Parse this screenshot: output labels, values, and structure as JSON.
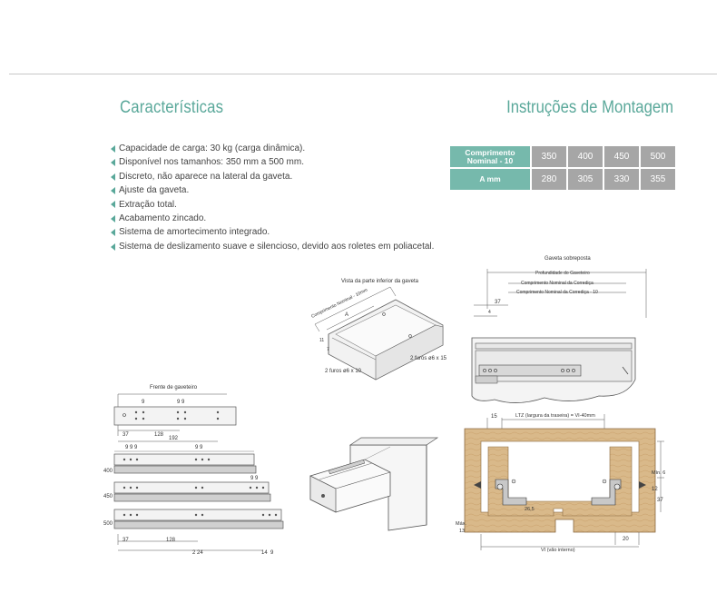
{
  "headings": {
    "features": "Características",
    "assembly": "Instruções de Montagem"
  },
  "features": [
    "Capacidade de carga: 30 kg (carga dinâmica).",
    "Disponível nos tamanhos: 350 mm a 500 mm.",
    "Discreto, não aparece na lateral da gaveta.",
    "Ajuste da gaveta.",
    "Extração total.",
    "Acabamento zincado.",
    "Sistema de amortecimento integrado.",
    "Sistema de deslizamento suave e silencioso, devido aos roletes em poliacetal."
  ],
  "spec_table": {
    "rows": [
      {
        "header_line1": "Comprimento",
        "header_line2": "Nominal - 10",
        "values": [
          "350",
          "400",
          "450",
          "500"
        ]
      },
      {
        "header_line1": "A mm",
        "header_line2": "",
        "values": [
          "280",
          "305",
          "330",
          "355"
        ]
      }
    ]
  },
  "drawings": {
    "bottom_view": {
      "title": "Vista da parte inferior da gaveta",
      "nominal": "Comprimento Nominal - 10mm",
      "a": "A",
      "holes_right": "2 furos ø6 x 15",
      "holes_left": "2 furos ø6 x 10",
      "dim_11": "11",
      "dim_7": "7"
    },
    "front_panel": {
      "title": "Frente de gaveteiro",
      "d9a": "9",
      "d99a": "9 9",
      "d37": "37",
      "d128": "128",
      "d192": "192"
    },
    "rails": {
      "d999": "9 9 9",
      "d99b": "9 9",
      "d999b": "9 9",
      "l400": "400",
      "l450": "450",
      "l500": "500",
      "d37": "37",
      "d128": "128",
      "d224": "2 24",
      "d14": "14",
      "d9": "9"
    },
    "side_view": {
      "title": "Gaveta sobreposta",
      "depth": "Profundidade do Gaveteiro",
      "rail_len": "Comprimento Nominal da Corrediça",
      "rail_len10": "Comprimento Nominal da Corrediça - 10",
      "d37": "37",
      "d4": "4"
    },
    "section": {
      "d15": "15",
      "ltz": "LTZ (largura da traseira) = VI-40mm",
      "min6": "Mín. 6",
      "d12": "12",
      "d37": "37",
      "d265": "26,5",
      "max13a": "Máx.",
      "max13b": "13",
      "d20": "20",
      "vi": "VI (vão interno)"
    }
  },
  "colors": {
    "accent": "#5aa89a",
    "table_header": "#76b9ac",
    "table_value": "#a6a6a6",
    "wood": "#d9b98a",
    "wood_dark": "#c9a06a"
  }
}
